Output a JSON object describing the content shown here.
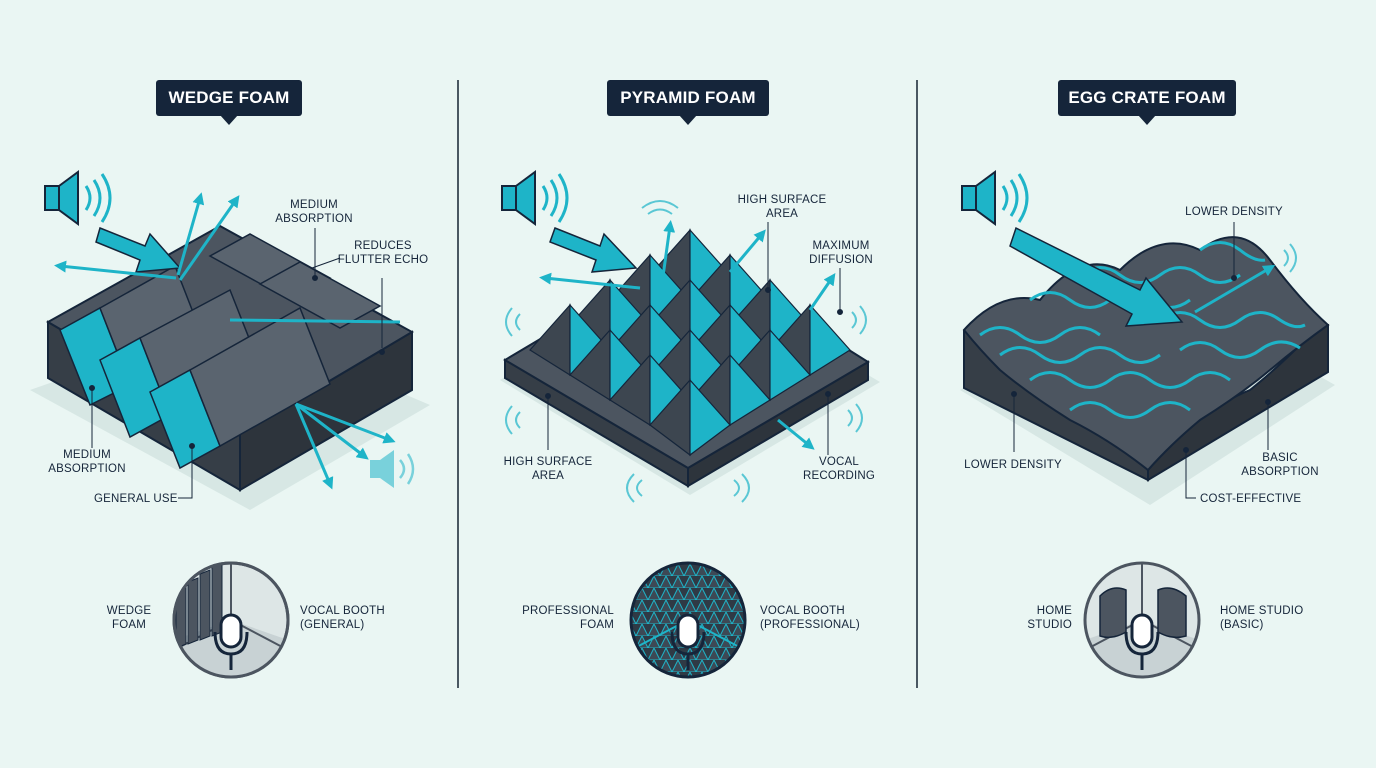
{
  "panels": [
    {
      "title": "WEDGE FOAM",
      "labels": {
        "medium_absorption_top": "MEDIUM\nABSORPTION",
        "reduces_flutter_echo": "REDUCES\nFLUTTER ECHO",
        "medium_absorption_left": "MEDIUM\nABSORPTION",
        "general_use": "GENERAL USE"
      },
      "booth": {
        "left": "WEDGE\nFOAM",
        "right": "VOCAL BOOTH\n(GENERAL)"
      }
    },
    {
      "title": "PYRAMID FOAM",
      "labels": {
        "high_surface_area_top": "HIGH SURFACE\nAREA",
        "maximum_diffusion": "MAXIMUM\nDIFFUSION",
        "high_surface_area_left": "HIGH SURFACE\nAREA",
        "vocal_recording": "VOCAL\nRECORDING"
      },
      "booth": {
        "left": "PROFESSIONAL\nFOAM",
        "right": "VOCAL BOOTH\n(PROFESSIONAL)"
      }
    },
    {
      "title": "EGG CRATE FOAM",
      "labels": {
        "lower_density_top": "LOWER DENSITY",
        "lower_density_left": "LOWER DENSITY",
        "basic_absorption": "BASIC\nABSORPTION",
        "cost_effective": "COST-EFFECTIVE"
      },
      "booth": {
        "left": "HOME\nSTUDIO",
        "right": "HOME STUDIO\n(BASIC)"
      }
    }
  ],
  "colors": {
    "background": "#eaf6f3",
    "foam": "#4c5560",
    "foam_dark": "#363e47",
    "accent": "#1eb4c8",
    "outline": "#15253a"
  }
}
